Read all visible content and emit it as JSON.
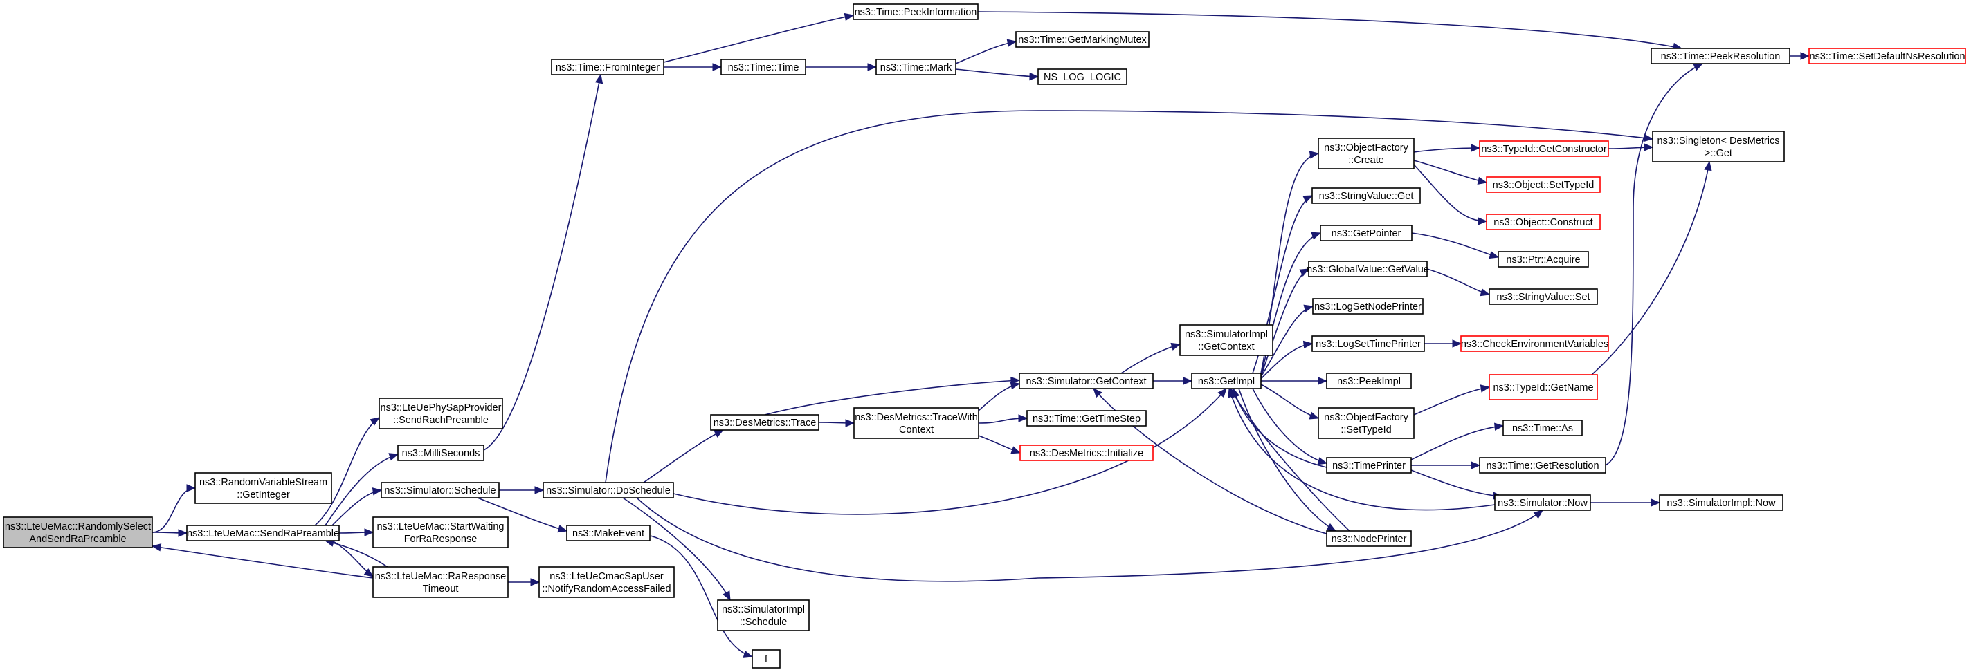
{
  "colors": {
    "edge": "#191970",
    "border": "#000000",
    "red_border": "#ff0000",
    "root_fill": "#bfbfbf",
    "background": "#ffffff"
  },
  "nodes": {
    "root": {
      "lines": [
        "ns3::LteUeMac::RandomlySelect",
        "AndSendRaPreamble"
      ],
      "style": "root"
    },
    "rvs_getinteger": {
      "lines": [
        "ns3::RandomVariableStream",
        "::GetInteger"
      ]
    },
    "sendrapreamble": {
      "lines": [
        "ns3::LteUeMac::SendRaPreamble"
      ]
    },
    "phy_sendrach": {
      "lines": [
        "ns3::LteUePhySapProvider",
        "::SendRachPreamble"
      ]
    },
    "milliseconds": {
      "lines": [
        "ns3::MilliSeconds"
      ]
    },
    "sim_schedule": {
      "lines": [
        "ns3::Simulator::Schedule"
      ]
    },
    "startwaiting": {
      "lines": [
        "ns3::LteUeMac::StartWaiting",
        "ForRaResponse"
      ]
    },
    "raresponsetimeout": {
      "lines": [
        "ns3::LteUeMac::RaResponse",
        "Timeout"
      ]
    },
    "notifyrandomaccess": {
      "lines": [
        "ns3::LteUeCmacSapUser",
        "::NotifyRandomAccessFailed"
      ]
    },
    "doschedule": {
      "lines": [
        "ns3::Simulator::DoSchedule"
      ]
    },
    "makeevent": {
      "lines": [
        "ns3::MakeEvent"
      ]
    },
    "f": {
      "lines": [
        "f"
      ]
    },
    "simimpl_schedule": {
      "lines": [
        "ns3::SimulatorImpl",
        "::Schedule"
      ]
    },
    "fromint": {
      "lines": [
        "ns3::Time::FromInteger"
      ]
    },
    "peekinfo": {
      "lines": [
        "ns3::Time::PeekInformation"
      ]
    },
    "time_time": {
      "lines": [
        "ns3::Time::Time"
      ]
    },
    "time_mark": {
      "lines": [
        "ns3::Time::Mark"
      ]
    },
    "getmarkingmutex": {
      "lines": [
        "ns3::Time::GetMarkingMutex"
      ]
    },
    "ns_log_logic": {
      "lines": [
        "NS_LOG_LOGIC"
      ]
    },
    "desmetrics_trace": {
      "lines": [
        "ns3::DesMetrics::Trace"
      ]
    },
    "tracewithcontext": {
      "lines": [
        "ns3::DesMetrics::TraceWith",
        "Context"
      ]
    },
    "getcontext": {
      "lines": [
        "ns3::Simulator::GetContext"
      ]
    },
    "gettimestep": {
      "lines": [
        "ns3::Time::GetTimeStep"
      ]
    },
    "desmetrics_init": {
      "lines": [
        "ns3::DesMetrics::Initialize"
      ],
      "style": "red"
    },
    "simimpl_getcontext": {
      "lines": [
        "ns3::SimulatorImpl",
        "::GetContext"
      ]
    },
    "getimpl": {
      "lines": [
        "ns3::GetImpl"
      ]
    },
    "objfactory_create": {
      "lines": [
        "ns3::ObjectFactory",
        "::Create"
      ]
    },
    "stringvalue_get": {
      "lines": [
        "ns3::StringValue::Get"
      ]
    },
    "getpointer": {
      "lines": [
        "ns3::GetPointer"
      ]
    },
    "globalvalue_getvalue": {
      "lines": [
        "ns3::GlobalValue::GetValue"
      ]
    },
    "logsetnodeprinter": {
      "lines": [
        "ns3::LogSetNodePrinter"
      ]
    },
    "logsettimeprinter": {
      "lines": [
        "ns3::LogSetTimePrinter"
      ]
    },
    "peekimpl": {
      "lines": [
        "ns3::PeekImpl"
      ]
    },
    "objfactory_settypeid": {
      "lines": [
        "ns3::ObjectFactory",
        "::SetTypeId"
      ]
    },
    "timeprinter": {
      "lines": [
        "ns3::TimePrinter"
      ]
    },
    "nodeprinter": {
      "lines": [
        "ns3::NodePrinter"
      ]
    },
    "typeid_getconstructor": {
      "lines": [
        "ns3::TypeId::GetConstructor"
      ],
      "style": "red"
    },
    "object_settypeid": {
      "lines": [
        "ns3::Object::SetTypeId"
      ],
      "style": "red"
    },
    "object_construct": {
      "lines": [
        "ns3::Object::Construct"
      ],
      "style": "red"
    },
    "ptr_acquire": {
      "lines": [
        "ns3::Ptr::Acquire"
      ]
    },
    "stringvalue_set": {
      "lines": [
        "ns3::StringValue::Set"
      ]
    },
    "checkenv": {
      "lines": [
        "ns3::CheckEnvironmentVariables"
      ],
      "style": "red"
    },
    "typeid_getname": {
      "lines": [
        "ns3::TypeId::GetName"
      ],
      "style": "red"
    },
    "time_as": {
      "lines": [
        "ns3::Time::As"
      ]
    },
    "time_getresolution": {
      "lines": [
        "ns3::Time::GetResolution"
      ]
    },
    "simulator_now": {
      "lines": [
        "ns3::Simulator::Now"
      ]
    },
    "simimpl_now": {
      "lines": [
        "ns3::SimulatorImpl::Now"
      ]
    },
    "peekresolution": {
      "lines": [
        "ns3::Time::PeekResolution"
      ]
    },
    "setdefaultnsres": {
      "lines": [
        "ns3::Time::SetDefaultNsResolution"
      ],
      "style": "red"
    },
    "singleton_get": {
      "lines": [
        "ns3::Singleton< DesMetrics",
        " >::Get"
      ]
    }
  },
  "edges": [
    [
      "root",
      "rvs_getinteger"
    ],
    [
      "root",
      "sendrapreamble"
    ],
    [
      "raresponsetimeout",
      "root"
    ],
    [
      "sendrapreamble",
      "phy_sendrach"
    ],
    [
      "sendrapreamble",
      "milliseconds"
    ],
    [
      "sendrapreamble",
      "sim_schedule"
    ],
    [
      "sendrapreamble",
      "startwaiting"
    ],
    [
      "sendrapreamble",
      "raresponsetimeout"
    ],
    [
      "raresponsetimeout",
      "sendrapreamble"
    ],
    [
      "raresponsetimeout",
      "notifyrandomaccess"
    ],
    [
      "milliseconds",
      "fromint"
    ],
    [
      "sim_schedule",
      "doschedule"
    ],
    [
      "sim_schedule",
      "makeevent"
    ],
    [
      "makeevent",
      "f"
    ],
    [
      "doschedule",
      "simimpl_schedule"
    ],
    [
      "doschedule",
      "desmetrics_trace"
    ],
    [
      "doschedule",
      "getimpl"
    ],
    [
      "doschedule",
      "simulator_now"
    ],
    [
      "doschedule",
      "singleton_get"
    ],
    [
      "fromint",
      "peekinfo"
    ],
    [
      "fromint",
      "time_time"
    ],
    [
      "time_time",
      "time_mark"
    ],
    [
      "time_mark",
      "getmarkingmutex"
    ],
    [
      "time_mark",
      "ns_log_logic"
    ],
    [
      "peekinfo",
      "peekresolution"
    ],
    [
      "desmetrics_trace",
      "tracewithcontext"
    ],
    [
      "desmetrics_trace",
      "getcontext"
    ],
    [
      "tracewithcontext",
      "getcontext"
    ],
    [
      "tracewithcontext",
      "gettimestep"
    ],
    [
      "tracewithcontext",
      "desmetrics_init"
    ],
    [
      "getcontext",
      "simimpl_getcontext"
    ],
    [
      "getcontext",
      "getimpl"
    ],
    [
      "nodeprinter",
      "getcontext"
    ],
    [
      "getimpl",
      "objfactory_create"
    ],
    [
      "getimpl",
      "stringvalue_get"
    ],
    [
      "getimpl",
      "getpointer"
    ],
    [
      "getimpl",
      "globalvalue_getvalue"
    ],
    [
      "getimpl",
      "logsetnodeprinter"
    ],
    [
      "getimpl",
      "logsettimeprinter"
    ],
    [
      "getimpl",
      "peekimpl"
    ],
    [
      "getimpl",
      "objfactory_settypeid"
    ],
    [
      "getimpl",
      "timeprinter"
    ],
    [
      "getimpl",
      "nodeprinter"
    ],
    [
      "timeprinter",
      "getimpl"
    ],
    [
      "nodeprinter",
      "getimpl"
    ],
    [
      "simulator_now",
      "getimpl"
    ],
    [
      "objfactory_create",
      "typeid_getconstructor"
    ],
    [
      "objfactory_create",
      "object_settypeid"
    ],
    [
      "objfactory_create",
      "object_construct"
    ],
    [
      "typeid_getconstructor",
      "singleton_get"
    ],
    [
      "getpointer",
      "ptr_acquire"
    ],
    [
      "globalvalue_getvalue",
      "stringvalue_set"
    ],
    [
      "logsettimeprinter",
      "checkenv"
    ],
    [
      "objfactory_settypeid",
      "typeid_getname"
    ],
    [
      "typeid_getname",
      "singleton_get"
    ],
    [
      "timeprinter",
      "time_as"
    ],
    [
      "timeprinter",
      "time_getresolution"
    ],
    [
      "timeprinter",
      "simulator_now"
    ],
    [
      "simulator_now",
      "simimpl_now"
    ],
    [
      "time_getresolution",
      "peekresolution"
    ],
    [
      "peekresolution",
      "setdefaultnsres"
    ]
  ]
}
